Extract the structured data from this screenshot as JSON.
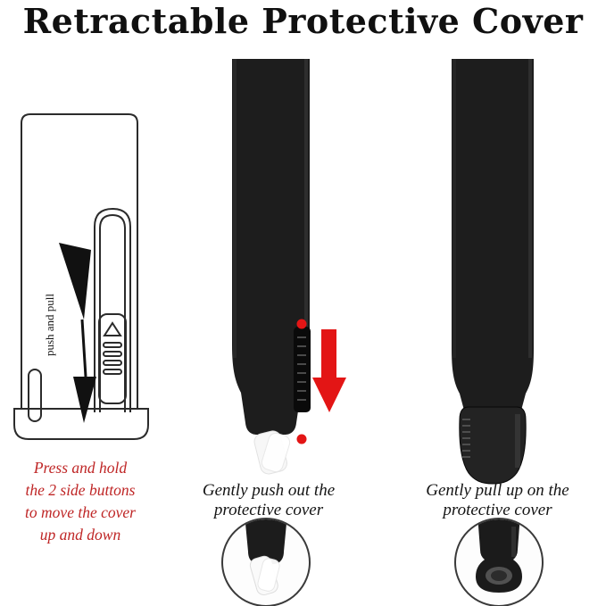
{
  "title": "Retractable Protective Cover",
  "colors": {
    "accent_red": "#e31515",
    "red_text": "#bf2626",
    "pen_black": "#1d1d1d",
    "line_art": "#2b2b2b"
  },
  "left_panel": {
    "rotated_label": "push and pull",
    "caption_lines": [
      "Press and hold",
      "the 2 side buttons",
      "to move the cover",
      "up and down"
    ]
  },
  "middle_panel": {
    "caption_lines": [
      "Gently push out the",
      "protective cover"
    ]
  },
  "right_panel": {
    "caption_lines": [
      "Gently pull up on the",
      "protective cover"
    ]
  }
}
